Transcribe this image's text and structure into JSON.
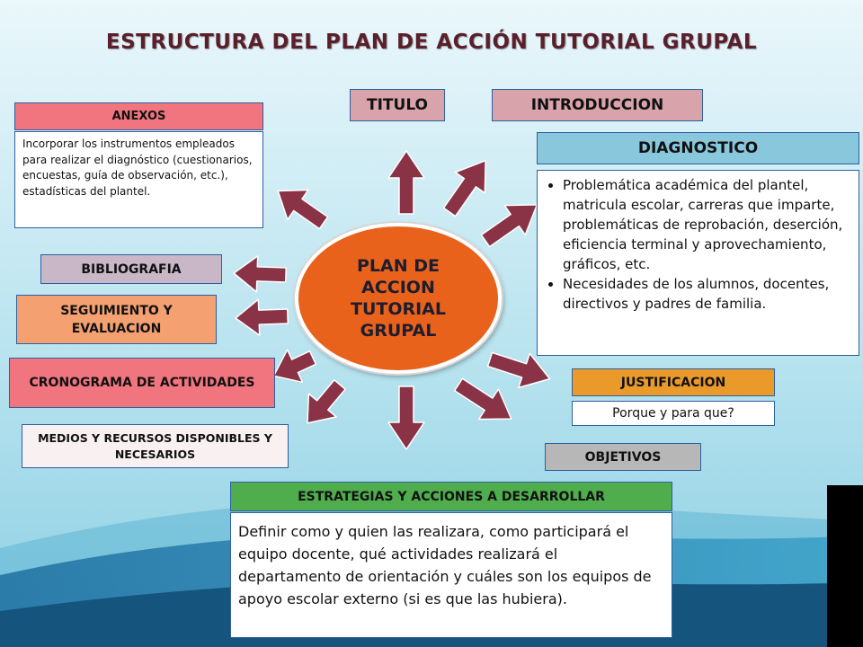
{
  "title": "ESTRUCTURA DEL PLAN DE ACCIÓN TUTORIAL GRUPAL",
  "center": "PLAN DE\nACCION\nTUTORIAL\nGRUPAL",
  "boxes": {
    "titulo": "TITULO",
    "introduccion": "INTRODUCCION",
    "diagnostico": "DIAGNOSTICO",
    "diagnostico_items": [
      "Problemática académica del plantel, matricula escolar, carreras que imparte,  problemáticas de reprobación, deserción, eficiencia terminal y aprovechamiento, gráficos, etc.",
      "Necesidades de los alumnos, docentes, directivos y padres de familia."
    ],
    "justificacion": "JUSTIFICACION",
    "justificacion_text": "Porque y para que?",
    "objetivos": "OBJETIVOS",
    "estrategias": "ESTRATEGIAS Y ACCIONES A DESARROLLAR",
    "estrategias_text": "Definir como y quien las realizara, como participará el equipo docente, qué actividades realizará  el departamento de orientación y cuáles  son los equipos de apoyo escolar externo (si es que las hubiera).",
    "anexos": "ANEXOS",
    "anexos_text": "Incorporar los instrumentos empleados para realizar el diagnóstico (cuestionarios, encuestas, guía de observación, etc.), estadísticas del plantel.",
    "bibliografia": "BIBLIOGRAFIA",
    "seguimiento": "SEGUIMIENTO Y EVALUACION",
    "cronograma": "CRONOGRAMA DE ACTIVIDADES",
    "medios": "MEDIOS Y RECURSOS DISPONIBLES Y NECESARIOS"
  },
  "colors": {
    "pink": "#f0757f",
    "rose": "#d8a3ab",
    "blue": "#88c7dc",
    "orange": "#e99a2b",
    "salmon": "#f4a070",
    "green": "#4fad4e",
    "gray": "#b7b7b7",
    "lavender": "#c9b7c7",
    "arrow": "#8b3346",
    "center": "#e8621c"
  }
}
